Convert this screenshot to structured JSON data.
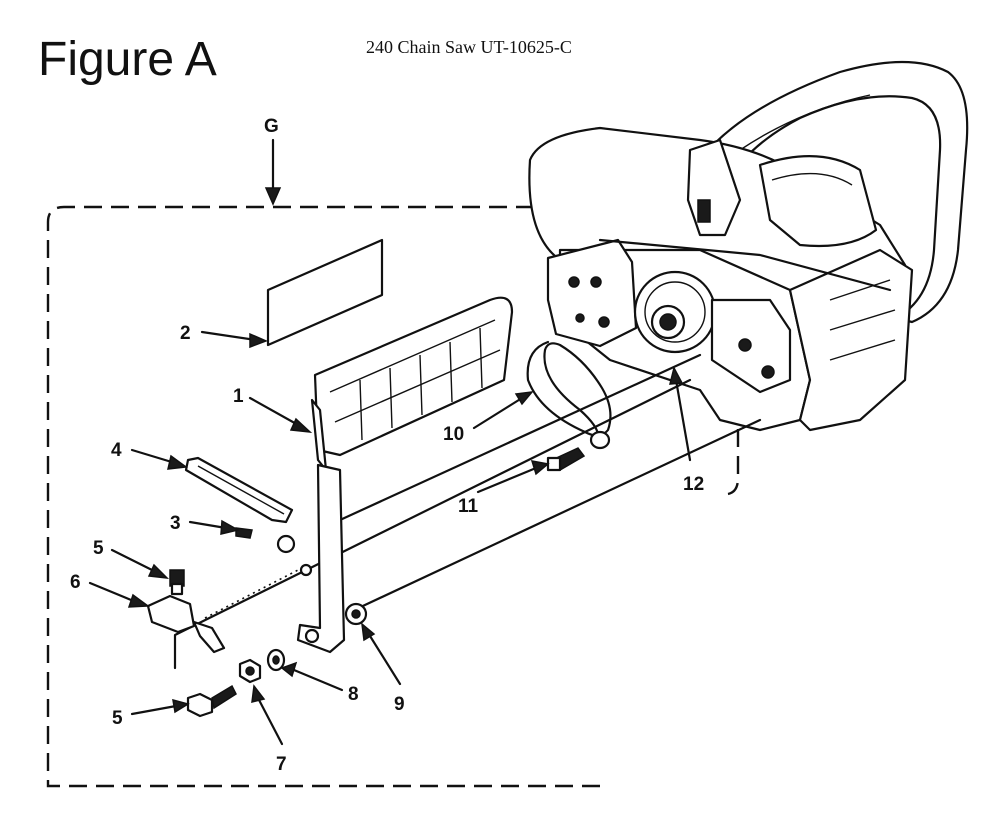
{
  "header": {
    "figure_title": "Figure A",
    "model_title": "240 Chain Saw UT-10625-C"
  },
  "view_marker": "G",
  "callouts": [
    "1",
    "2",
    "3",
    "4",
    "5",
    "6",
    "7",
    "8",
    "9",
    "10",
    "11",
    "12"
  ],
  "colors": {
    "ink": "#111111",
    "paper": "#ffffff"
  }
}
